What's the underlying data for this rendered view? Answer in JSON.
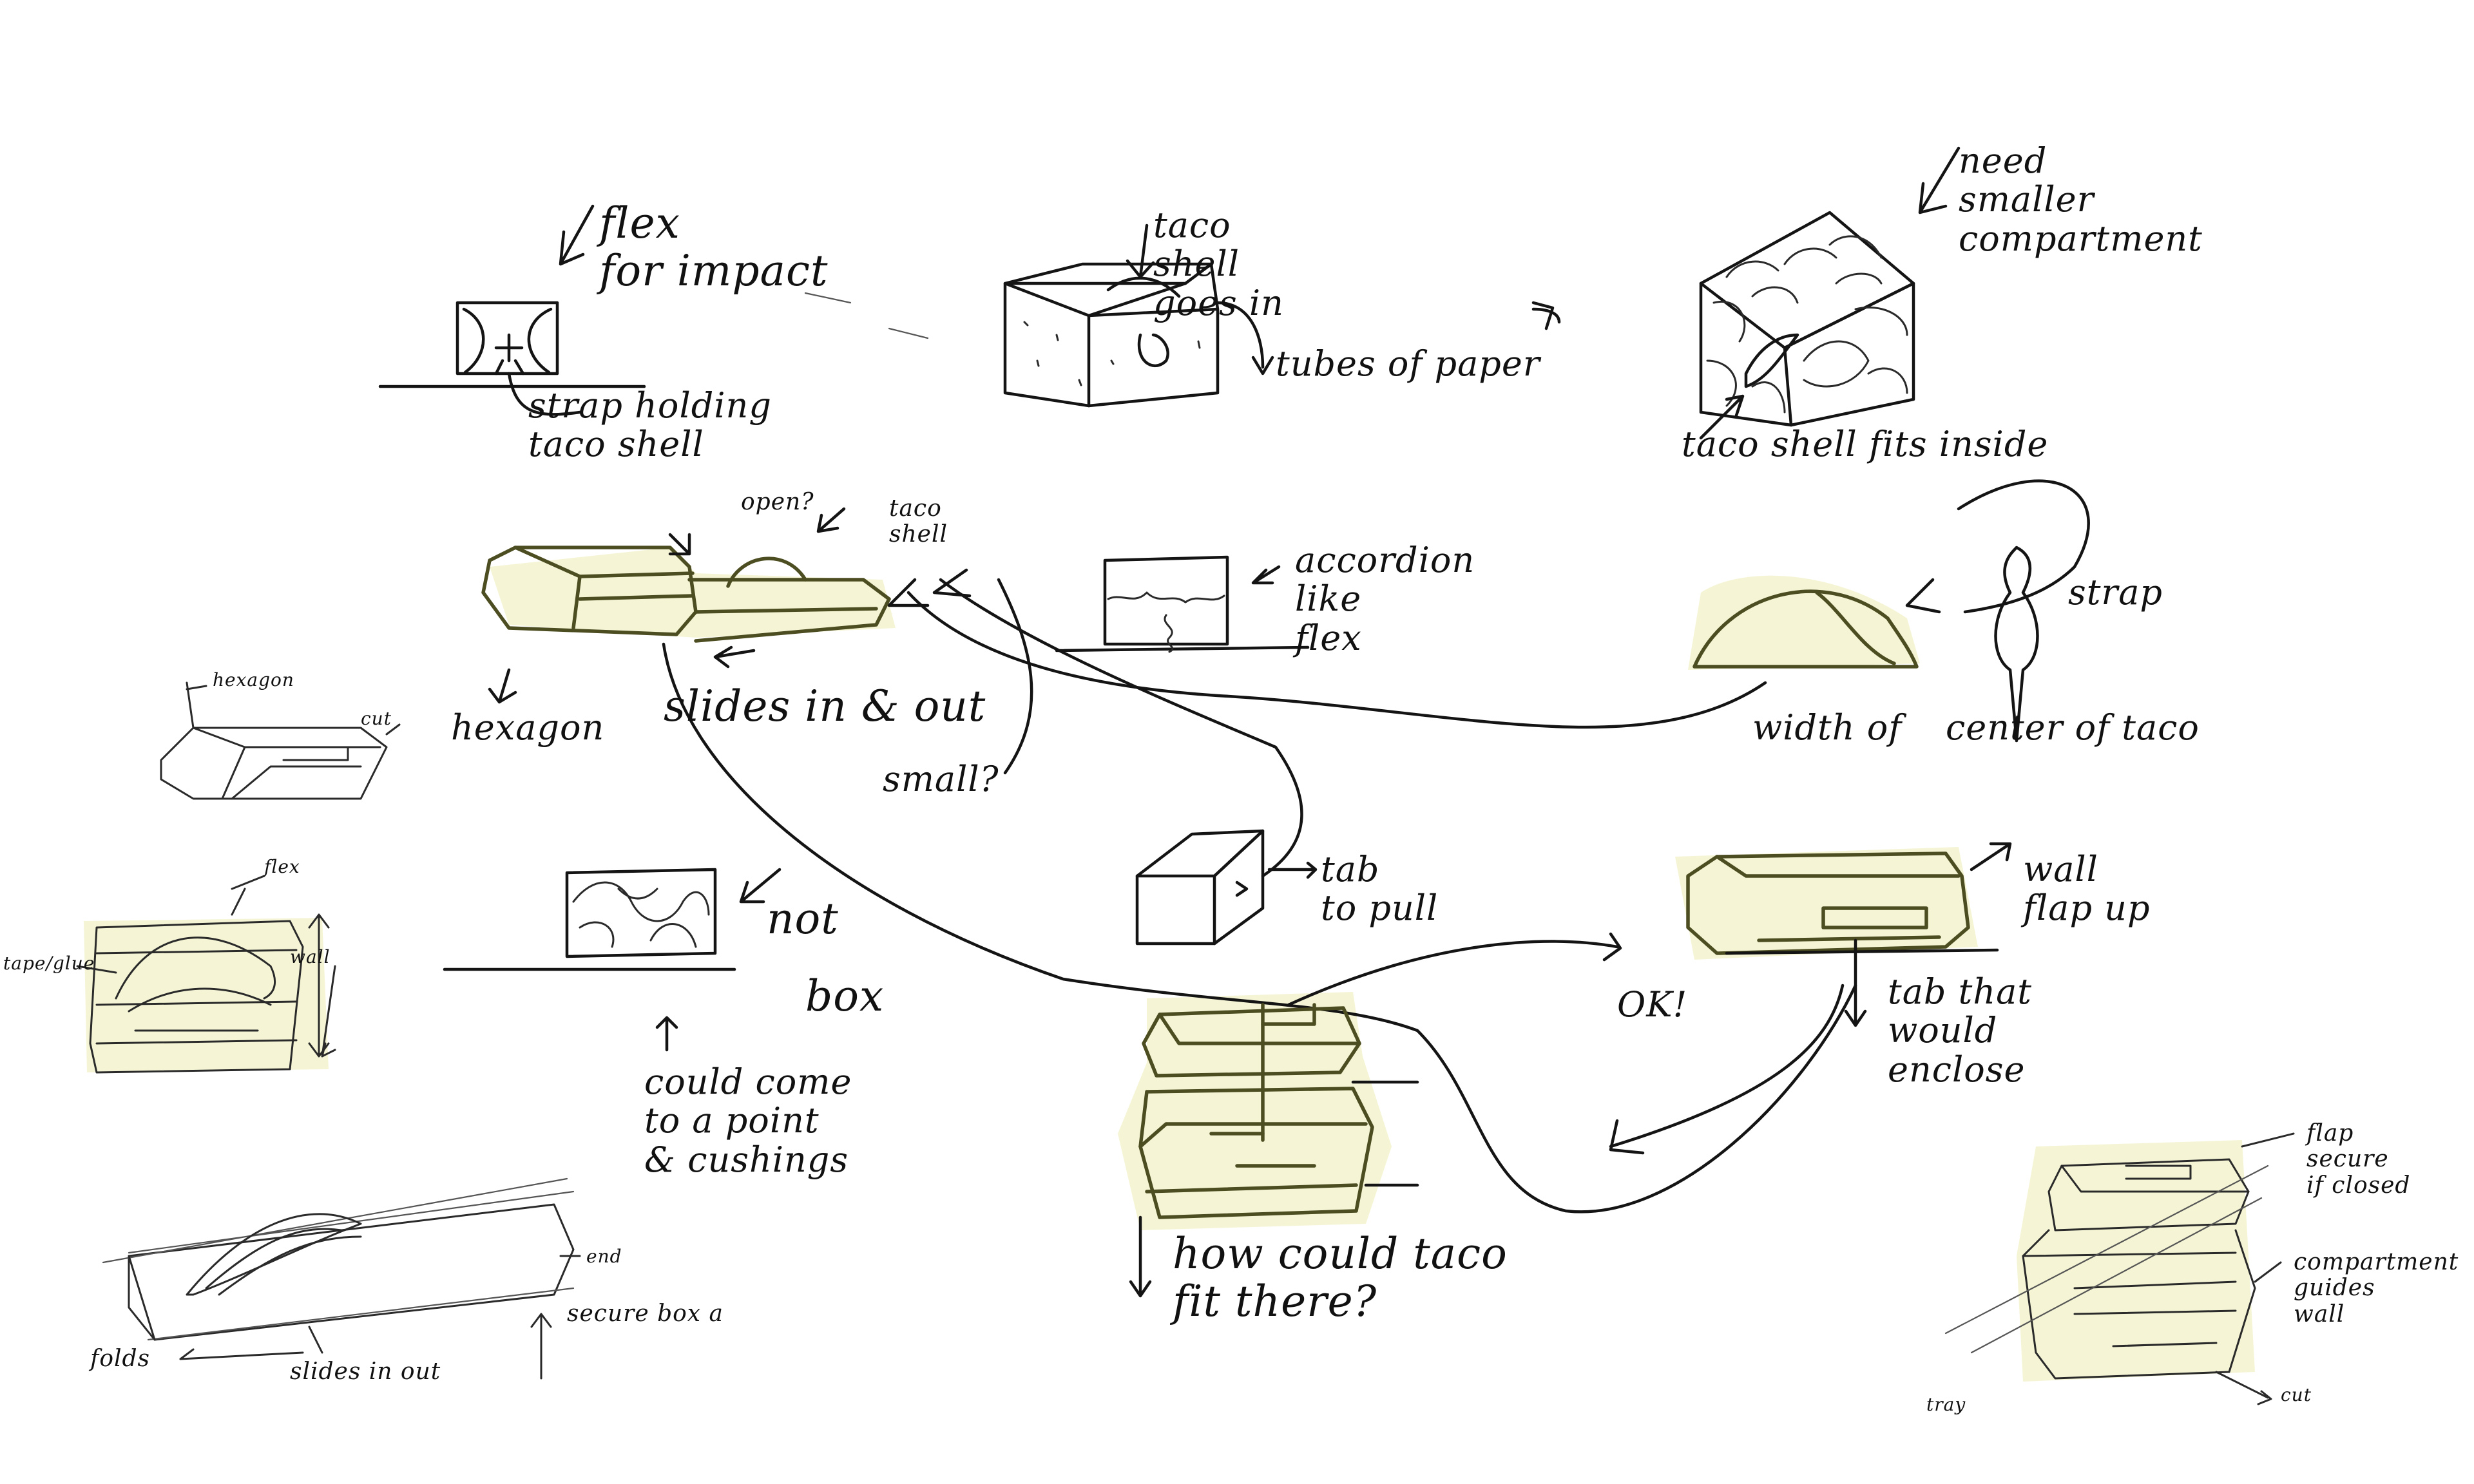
{
  "colors": {
    "ink": "#141414",
    "highlight": "#ecedb4",
    "marker": "#4d4d22",
    "paper": "#ffffff"
  },
  "notes": {
    "flex_for_impact": "flex\nfor impact",
    "strap_holding": "strap holding\ntaco shell",
    "taco_shell_goes_in": "taco\nshell\ngoes in",
    "tubes_of_paper": "tubes of paper",
    "need_smaller": "need\nsmaller\ncompartment",
    "taco_shell_fits_inside": "taco shell fits inside",
    "open": "open?",
    "taco_shell": "taco\nshell",
    "accordion": "accordion\nlike\nflex",
    "strap": "strap",
    "width_of": "width of",
    "center_of_taco": "center of taco",
    "hexagon_label": "hexagon",
    "slides_in_out": "slides in & out",
    "small": "small?",
    "hexagon_small": "hexagon",
    "cut": "cut",
    "flex_small": "flex",
    "tape_glue": "tape/glue",
    "wall": "wall",
    "not": "not",
    "box": "box",
    "could_come": "could come\nto a point\n& cushings",
    "tab_to_pull": "tab\nto pull",
    "wall_flap_up": "wall\nflap up",
    "ok": "OK!",
    "tab_that": "tab that\nwould\nenclose",
    "how_could": "how could taco\nfit there?",
    "flap_secure": "flap\nsecure\nif closed",
    "compartment_guides": "compartment\nguides\nwall",
    "end": "end",
    "secure_box": "secure box a",
    "folds": "folds",
    "slides_in_out_small": "slides in out",
    "cut_small": "cut",
    "tray": "tray"
  }
}
